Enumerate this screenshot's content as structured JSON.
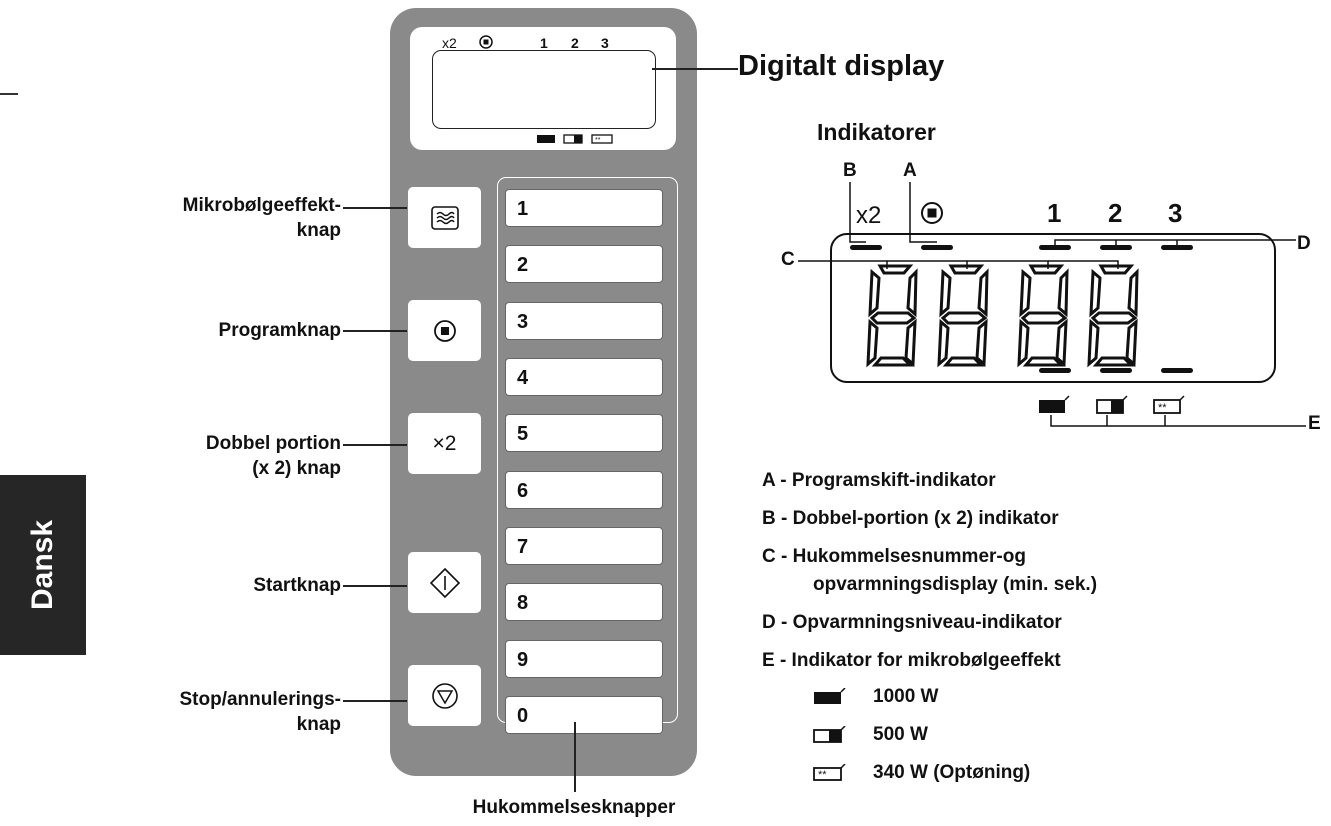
{
  "side_tab": {
    "label": "Dansk"
  },
  "panel": {
    "display_indicators": {
      "double": "x2",
      "levels": [
        "1",
        "2",
        "3"
      ]
    },
    "number_keys": [
      "1",
      "2",
      "3",
      "4",
      "5",
      "6",
      "7",
      "8",
      "9",
      "0"
    ],
    "function_keys": [
      {
        "name": "microwave-power",
        "icon": "waves-icon"
      },
      {
        "name": "program",
        "icon": "program-circle-icon"
      },
      {
        "name": "double-portion",
        "icon": "x2-icon",
        "text": "×2"
      },
      {
        "name": "start",
        "icon": "diamond-start-icon"
      },
      {
        "name": "stop",
        "icon": "triangle-stop-icon"
      }
    ]
  },
  "labels": {
    "digital_display": "Digitalt display",
    "microwave_power_1": "Mikrobølgeeffekt-",
    "microwave_power_2": "knap",
    "program": "Programknap",
    "double_1": "Dobbel portion",
    "double_2": "(x 2) knap",
    "start": "Startknap",
    "stop_1": "Stop/annulerings-",
    "stop_2": "knap",
    "memory_keys": "Hukommelsesknapper"
  },
  "indicators": {
    "title": "Indikatorer",
    "letters": {
      "A": "A",
      "B": "B",
      "C": "C",
      "D": "D",
      "E": "E"
    },
    "top_x2": "x2",
    "levels": [
      "1",
      "2",
      "3"
    ],
    "digits": "8888",
    "legend": [
      {
        "lines": [
          "A - Programskift-indikator"
        ]
      },
      {
        "lines": [
          "B - Dobbel-portion (x 2) indikator"
        ]
      },
      {
        "lines": [
          "C - Hukommelsesnummer-og",
          "opvarmningsdisplay (min. sek.)"
        ]
      },
      {
        "lines": [
          "D - Opvarmningsniveau-indikator"
        ]
      },
      {
        "lines": [
          "E - Indikator for mikrobølgeeffekt"
        ]
      }
    ],
    "power_levels": [
      "1000 W",
      "500 W",
      "340 W (Optøning)"
    ]
  }
}
